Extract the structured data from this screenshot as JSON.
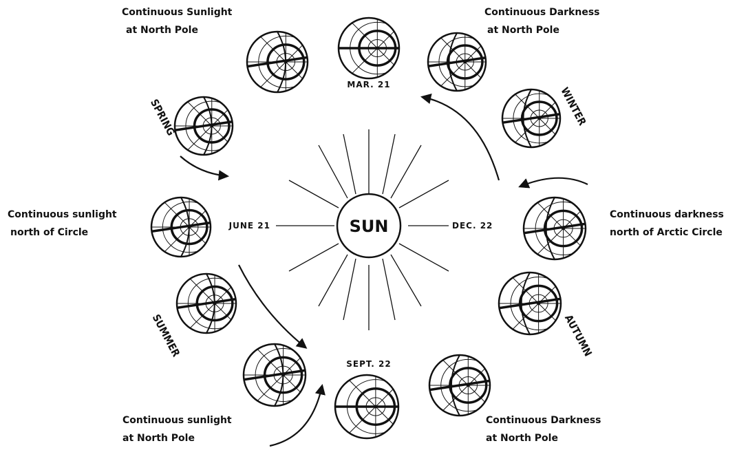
{
  "sun": {
    "label": "SUN"
  },
  "dates": {
    "mar": "MAR. 21",
    "june": "JUNE 21",
    "sept": "SEPT. 22",
    "dec": "DEC. 22"
  },
  "seasons": {
    "spring": "SPRING",
    "summer": "SUMMER",
    "autumn": "AUTUMN",
    "winter": "WINTER"
  },
  "captions": {
    "top_left": [
      "Continuous Sunlight",
      "at North Pole"
    ],
    "top_right": [
      "Continuous Darkness",
      "at North Pole"
    ],
    "mid_left": [
      "Continuous sunlight",
      "north of Circle"
    ],
    "mid_right": [
      "Continuous darkness",
      "north of Arctic Circle"
    ],
    "bottom_left": [
      "Continuous sunlight",
      "at North Pole"
    ],
    "bottom_right": [
      "Continuous Darkness",
      "at North Pole"
    ]
  }
}
